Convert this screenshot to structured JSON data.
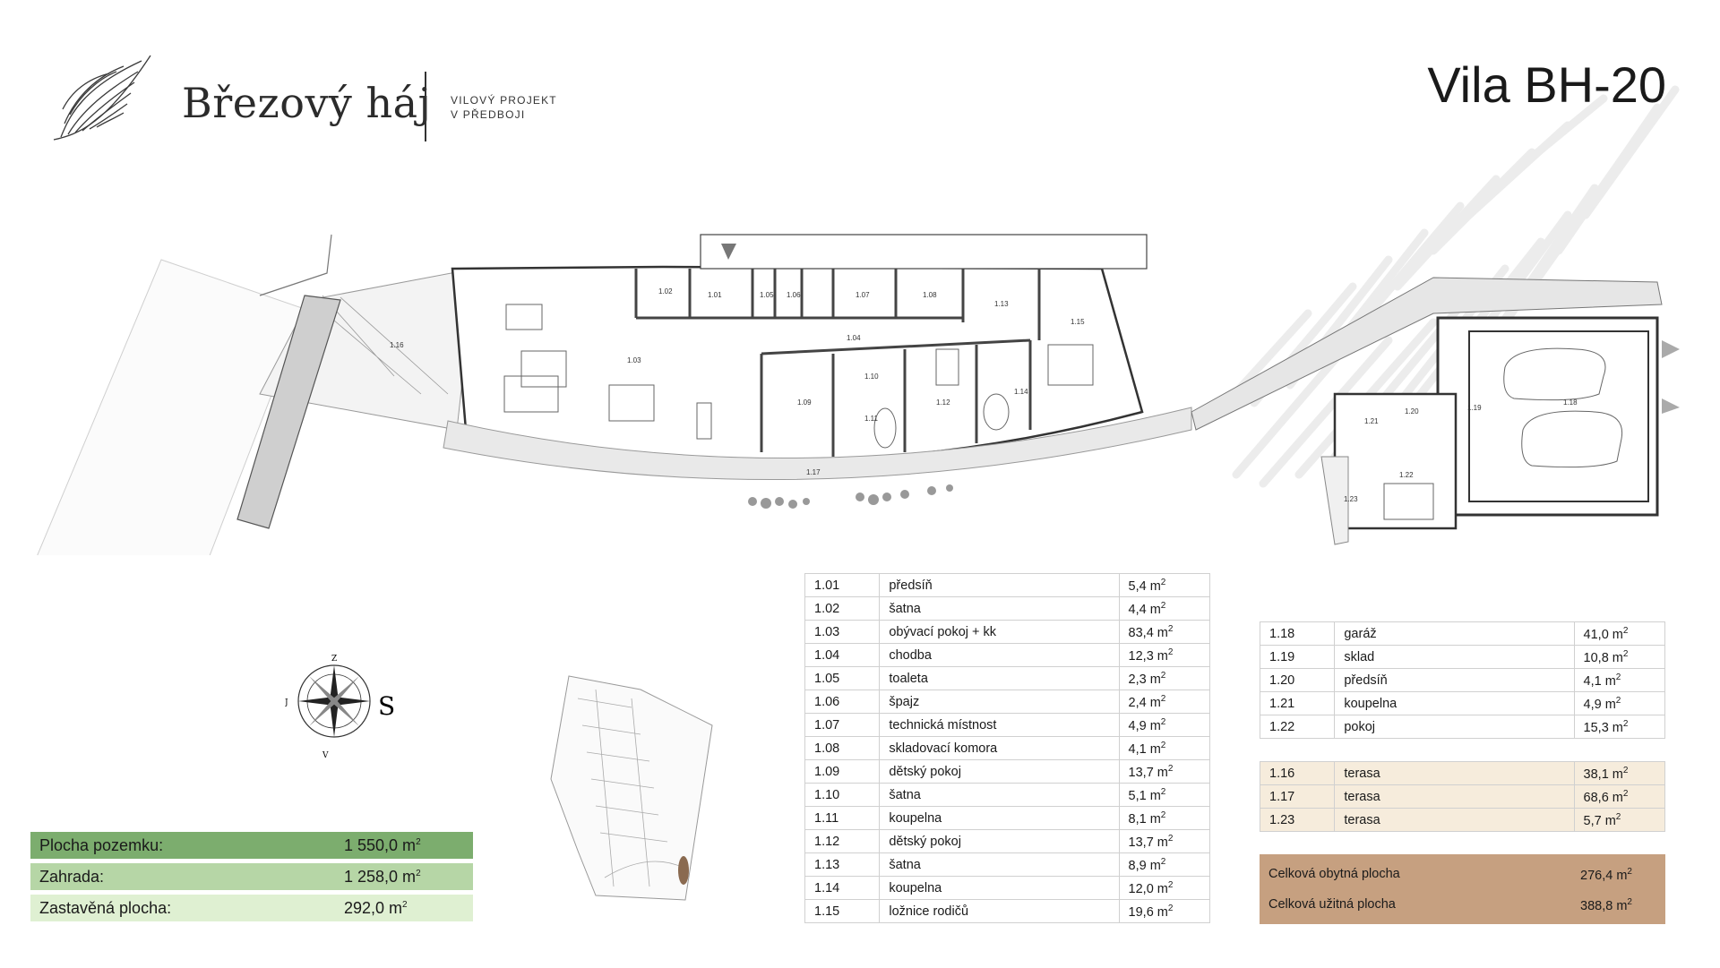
{
  "header": {
    "brand_name": "Březový háj",
    "tagline_line1": "VILOVÝ PROJEKT",
    "tagline_line2": "V PŘEDBOJI",
    "villa_title": "Vila BH-20",
    "logo_icon": "birch-leaf-logo"
  },
  "plan_labels": {
    "r101": "1.01",
    "r102": "1.02",
    "r103": "1.03",
    "r104": "1.04",
    "r105": "1.05",
    "r106": "1.06",
    "r107": "1.07",
    "r108": "1.08",
    "r109": "1.09",
    "r110": "1.10",
    "r111": "1.11",
    "r112": "1.12",
    "r113": "1.13",
    "r114": "1.14",
    "r115": "1.15",
    "r116": "1.16",
    "r117": "1.17",
    "r118": "1.18",
    "r119": "1.19",
    "r120": "1.20",
    "r121": "1.21",
    "r122": "1.22",
    "r123": "1.23"
  },
  "compass": {
    "north": "Z",
    "south": "V",
    "west": "J",
    "east": "S"
  },
  "summary": [
    {
      "label": "Plocha pozemku:",
      "value": "1 550,0 m",
      "unit_sup": "2",
      "color": "#7cad6e"
    },
    {
      "label": "Zahrada:",
      "value": "1 258,0 m",
      "unit_sup": "2",
      "color": "#b6d6a6"
    },
    {
      "label": "Zastavěná plocha:",
      "value": "292,0 m",
      "unit_sup": "2",
      "color": "#dff0d2"
    }
  ],
  "rooms_main": [
    {
      "id": "1.01",
      "name": "předsíň",
      "area": "5,4 m"
    },
    {
      "id": "1.02",
      "name": "šatna",
      "area": "4,4 m"
    },
    {
      "id": "1.03",
      "name": "obývací pokoj + kk",
      "area": "83,4 m"
    },
    {
      "id": "1.04",
      "name": "chodba",
      "area": "12,3 m"
    },
    {
      "id": "1.05",
      "name": "toaleta",
      "area": "2,3 m"
    },
    {
      "id": "1.06",
      "name": "špajz",
      "area": "2,4 m"
    },
    {
      "id": "1.07",
      "name": "technická místnost",
      "area": "4,9 m"
    },
    {
      "id": "1.08",
      "name": "skladovací komora",
      "area": "4,1 m"
    },
    {
      "id": "1.09",
      "name": "dětský pokoj",
      "area": "13,7 m"
    },
    {
      "id": "1.10",
      "name": "šatna",
      "area": "5,1 m"
    },
    {
      "id": "1.11",
      "name": "koupelna",
      "area": "8,1 m"
    },
    {
      "id": "1.12",
      "name": "dětský pokoj",
      "area": "13,7 m"
    },
    {
      "id": "1.13",
      "name": "šatna",
      "area": "8,9 m"
    },
    {
      "id": "1.14",
      "name": "koupelna",
      "area": "12,0 m"
    },
    {
      "id": "1.15",
      "name": "ložnice rodičů",
      "area": "19,6 m"
    }
  ],
  "rooms_garage": [
    {
      "id": "1.18",
      "name": "garáž",
      "area": "41,0 m"
    },
    {
      "id": "1.19",
      "name": "sklad",
      "area": "10,8 m"
    },
    {
      "id": "1.20",
      "name": "předsíň",
      "area": "4,1 m"
    },
    {
      "id": "1.21",
      "name": "koupelna",
      "area": "4,9 m"
    },
    {
      "id": "1.22",
      "name": "pokoj",
      "area": "15,3 m"
    }
  ],
  "terraces": [
    {
      "id": "1.16",
      "name": "terasa",
      "area": "38,1 m"
    },
    {
      "id": "1.17",
      "name": "terasa",
      "area": "68,6 m"
    },
    {
      "id": "1.23",
      "name": "terasa",
      "area": "5,7 m"
    }
  ],
  "area_unit_sup": "2",
  "totals": {
    "living_label": "Celková obytná plocha",
    "living_value": "276,4 m",
    "usable_label": "Celková užitná plocha",
    "usable_value": "388,8 m",
    "color": "#c6a080"
  }
}
